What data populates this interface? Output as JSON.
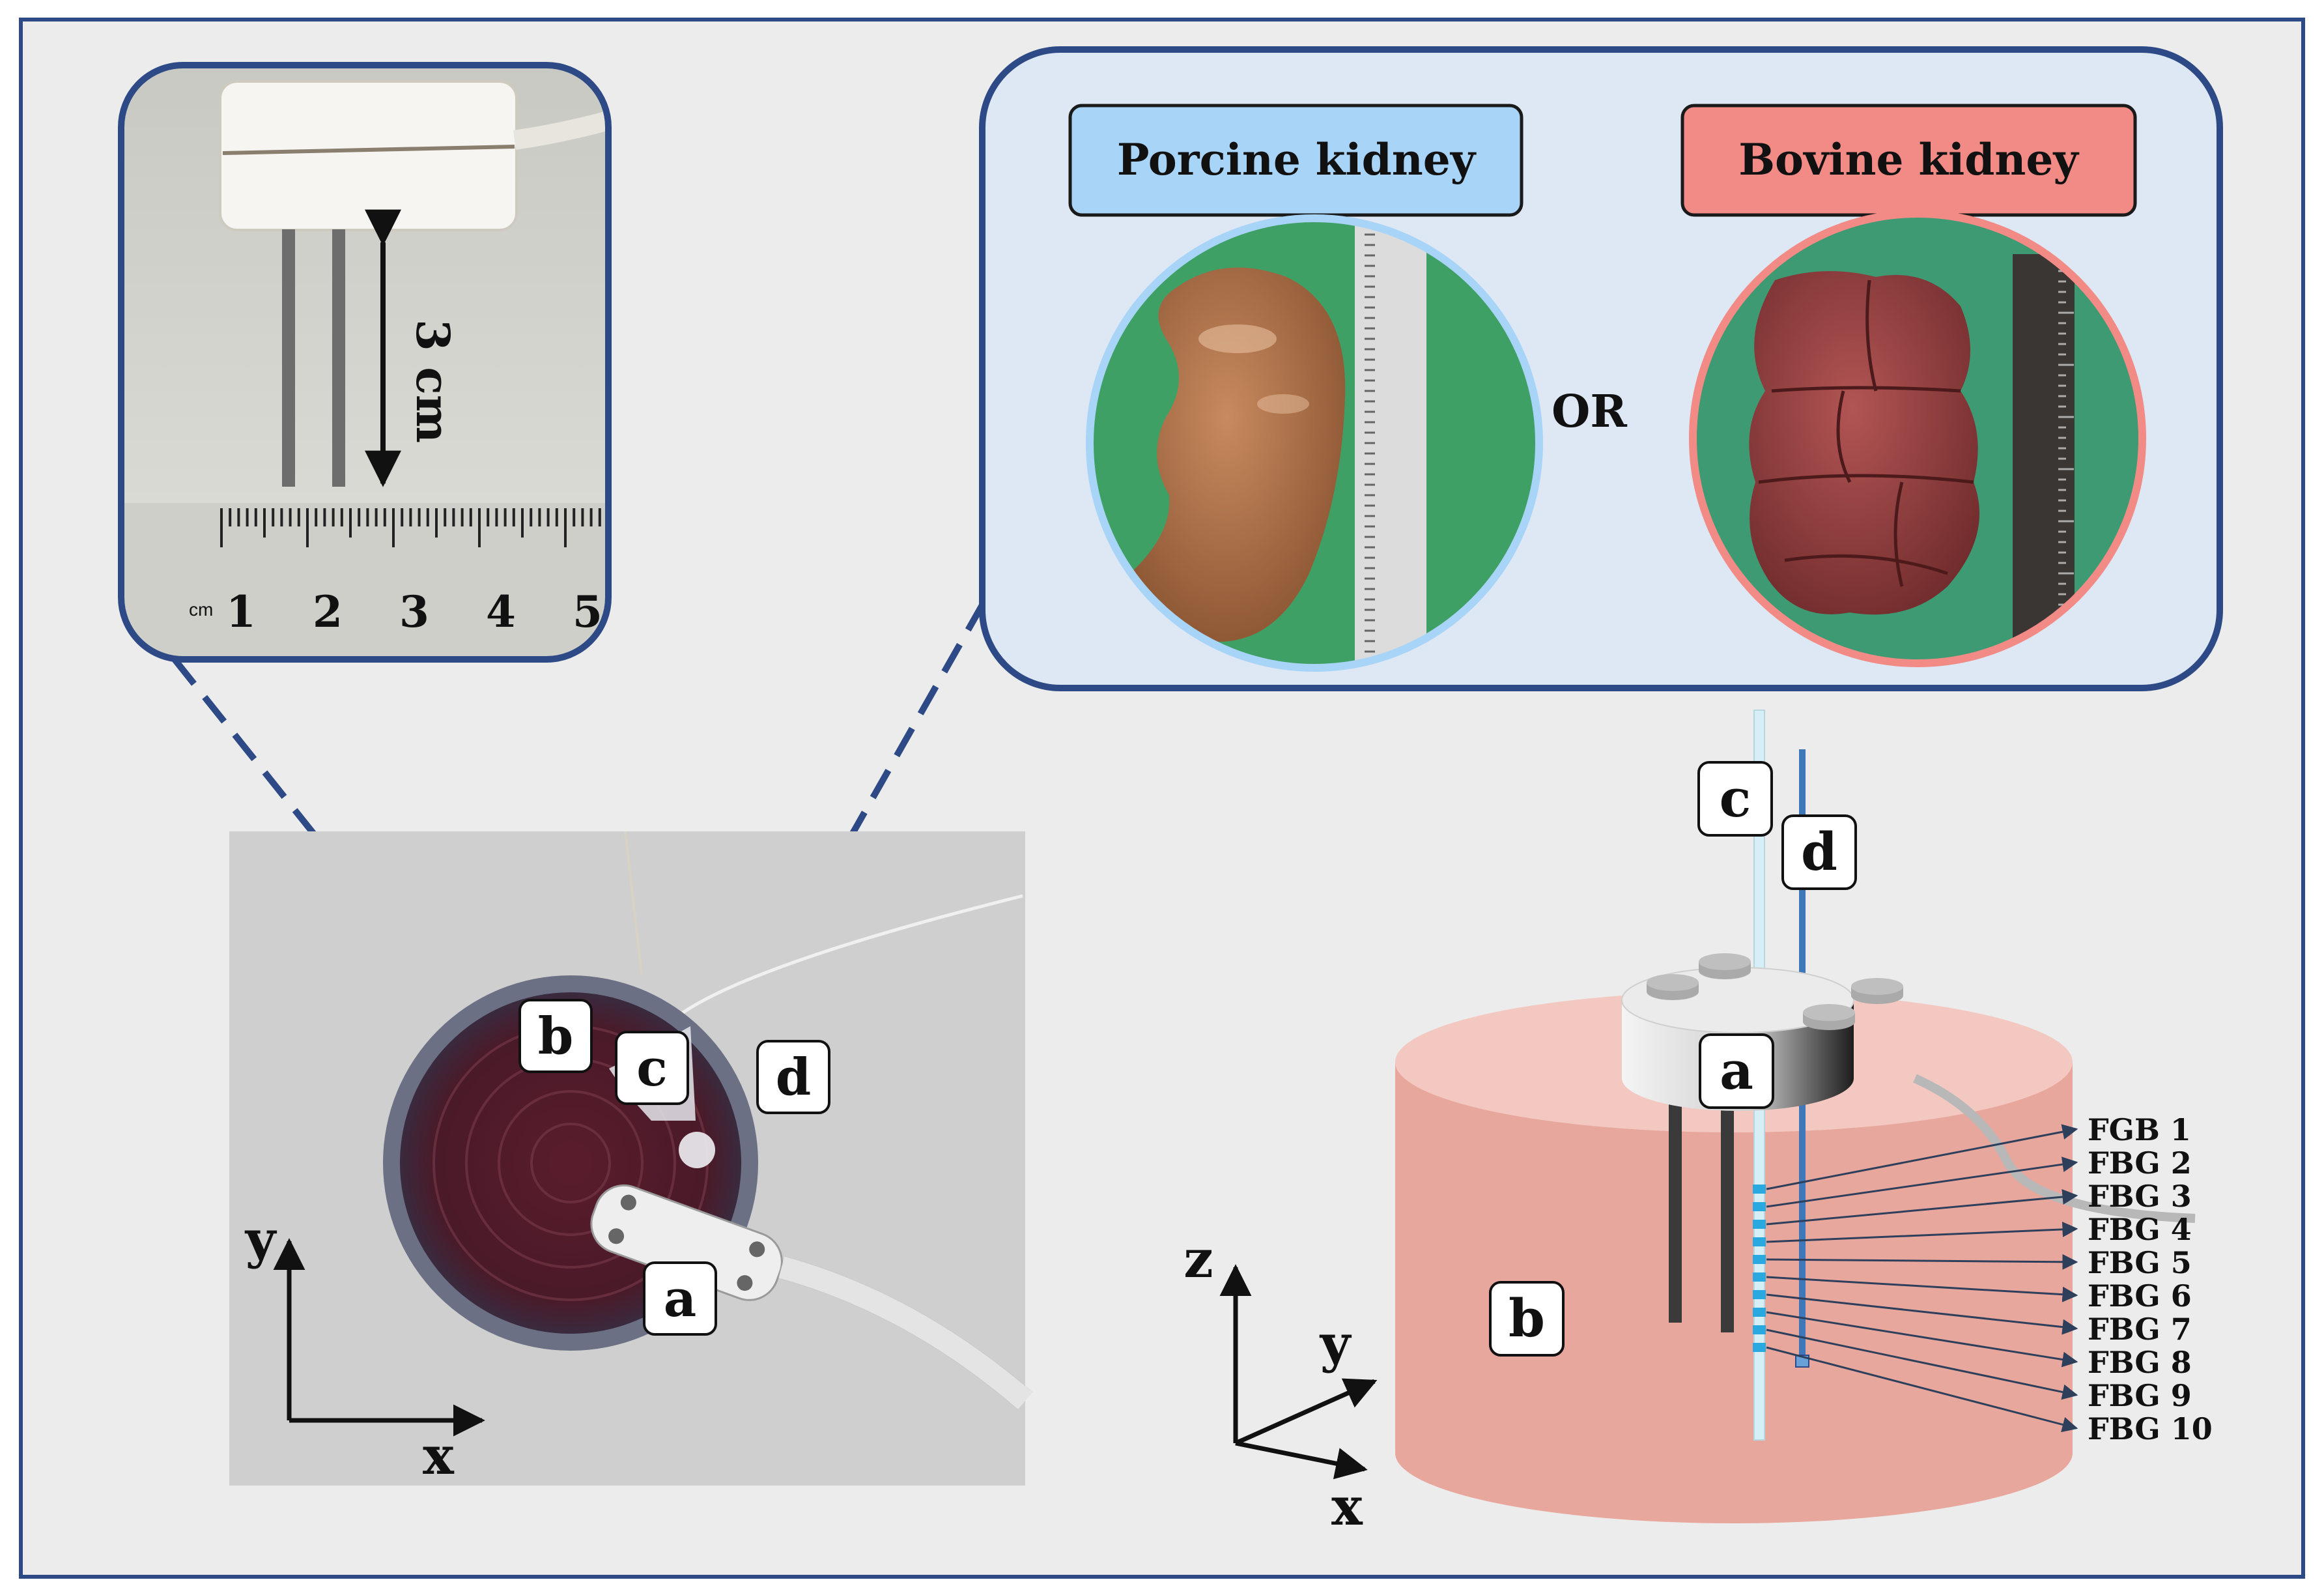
{
  "probe_photo": {
    "dimension_label": "3 cm",
    "ruler_unit": "cm",
    "ruler_numbers": [
      "1",
      "2",
      "3",
      "4",
      "5"
    ]
  },
  "kidneys": {
    "porcine": {
      "label": "Porcine kidney",
      "color": "#a8d4f8"
    },
    "bovine": {
      "label": "Bovine kidney",
      "color": "#f28b86"
    },
    "or_label": "OR"
  },
  "setup_photo": {
    "markers": {
      "a": "a",
      "b": "b",
      "c": "c",
      "d": "d"
    },
    "axes": {
      "x": "x",
      "y": "y"
    }
  },
  "schematic": {
    "markers": {
      "a": "a",
      "b": "b",
      "c": "c",
      "d": "d"
    },
    "axes": {
      "x": "x",
      "y": "y",
      "z": "z"
    },
    "sensor_labels": [
      "FGB 1",
      "FBG 2",
      "FBG 3",
      "FBG 4",
      "FBG 5",
      "FBG 6",
      "FBG 7",
      "FBG 8",
      "FBG 9",
      "FBG 10"
    ]
  },
  "colors": {
    "frame": "#2d4a86",
    "panel_bg": "#dde8f4",
    "background": "#ececec",
    "tissue": "#e8a79c"
  }
}
